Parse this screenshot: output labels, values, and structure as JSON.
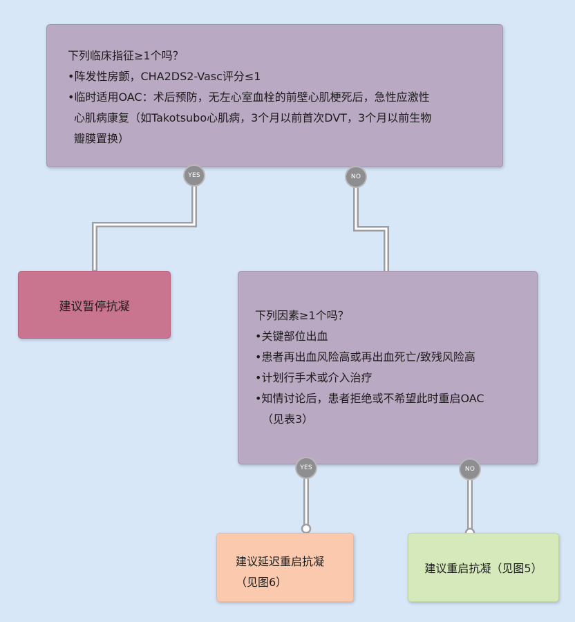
{
  "question1": {
    "lines": [
      "下列临床指征≥1个吗？",
      "•阵发性房颤，CHA2DS2-Vasc评分≤1",
      "•临时适用OAC：术后预防，无左心室血栓的前壁心肌梗死后，急性应激性",
      "心肌病康复（如Takotsubo心肌病，3个月以前首次DVT，3个月以前生物",
      "瓣膜置换）"
    ],
    "yes_label": "YES",
    "no_label": "NO"
  },
  "pause_box": {
    "text": "建议暂停抗凝"
  },
  "question2": {
    "lines": [
      "下列因素≥1个吗？",
      "•关键部位出血",
      "•患者再出血风险高或再出血死亡/致残风险高",
      "•计划行手术或介入治疗",
      "•知情讨论后，患者拒绝或不希望此时重启OAC",
      "（见表3）"
    ],
    "yes_label": "YES",
    "no_label": "NO"
  },
  "delay_box": {
    "lines": [
      "建议延迟重启抗凝",
      "（见图6）"
    ]
  },
  "restart_box": {
    "text": "建议重启抗凝（见图5）"
  },
  "colors": {
    "background": "#d8e7f7",
    "question_fill": "#baa9c2",
    "pause_fill": "#c97590",
    "delay_fill": "#fbcaae",
    "restart_fill": "#d6e9ba",
    "badge_fill": "#8e8e90"
  }
}
